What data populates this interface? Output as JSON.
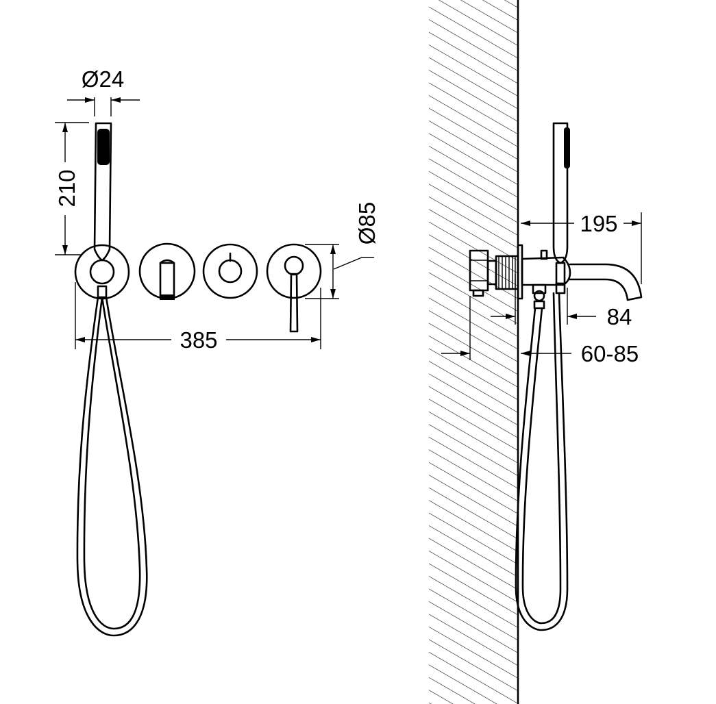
{
  "diagram": {
    "front_view": {
      "dimensions": {
        "handshower_diameter": "Ø24",
        "handshower_length": "210",
        "plate_diameter": "Ø85",
        "overall_width": "385"
      }
    },
    "side_view": {
      "dimensions": {
        "spout_projection": "195",
        "body_depth": "84",
        "wall_depth": "60-85"
      }
    }
  }
}
